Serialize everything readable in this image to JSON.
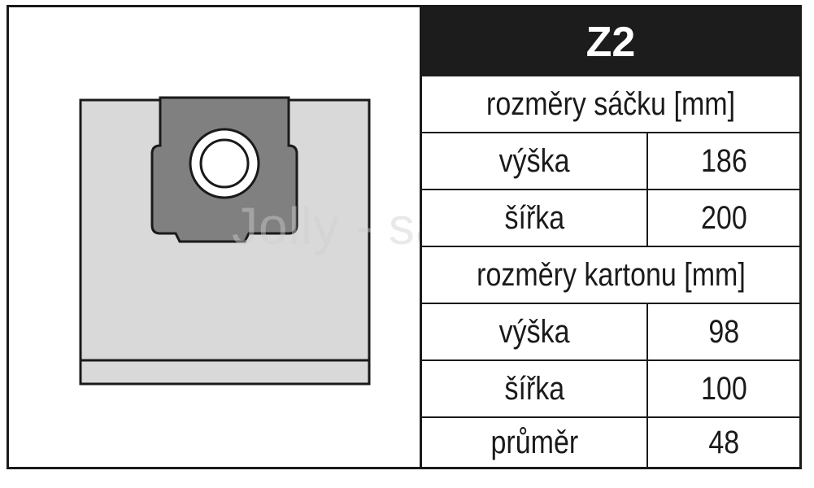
{
  "product": {
    "code": "Z2",
    "watermark": "Jolly - sáčky"
  },
  "bag_dimensions": {
    "heading": "rozměry sáčku [mm]",
    "rows": [
      {
        "label": "výška",
        "value": "186"
      },
      {
        "label": "šířka",
        "value": "200"
      }
    ]
  },
  "carton_dimensions": {
    "heading": "rozměry kartonu [mm]",
    "rows": [
      {
        "label": "výška",
        "value": "98"
      },
      {
        "label": "šířka",
        "value": "100"
      },
      {
        "label": "průměr",
        "value": "48"
      }
    ]
  },
  "colors": {
    "bag_body": "#d9d9d9",
    "bag_collar": "#808080",
    "header_bg": "#1c1c1c",
    "border": "#1a1a1a"
  }
}
